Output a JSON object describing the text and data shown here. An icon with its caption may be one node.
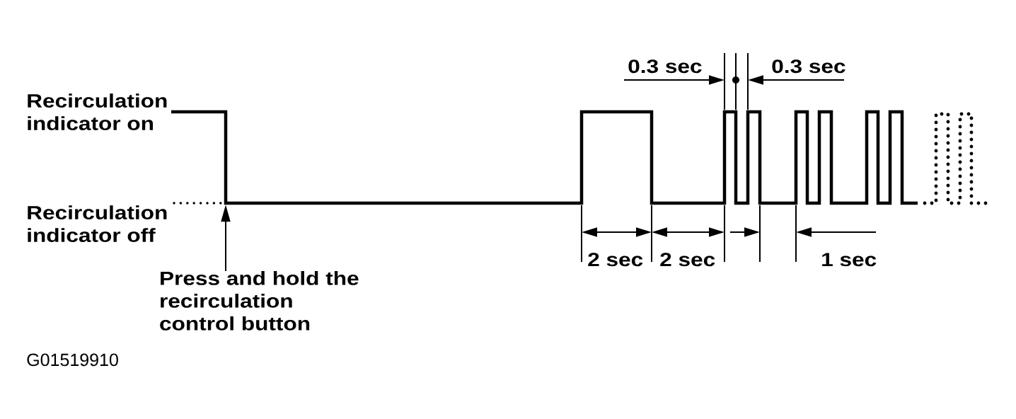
{
  "diagram": {
    "nodes": [
      {
        "text": [],
        "shape": "picture"
      },
      {
        "text": [
          "Press and hold the recirculation control button"
        ]
      }
    ],
    "edges": [
      {
        "from": 1,
        "to": 0,
        "arrow": "to"
      }
    ],
    "labels": [
      "0.3 sec",
      "0.3 sec",
      "Recirculation indicator on",
      "Recirculation indicator off",
      "2 sec",
      "2 sec",
      "1 sec",
      "G01519910"
    ]
  }
}
